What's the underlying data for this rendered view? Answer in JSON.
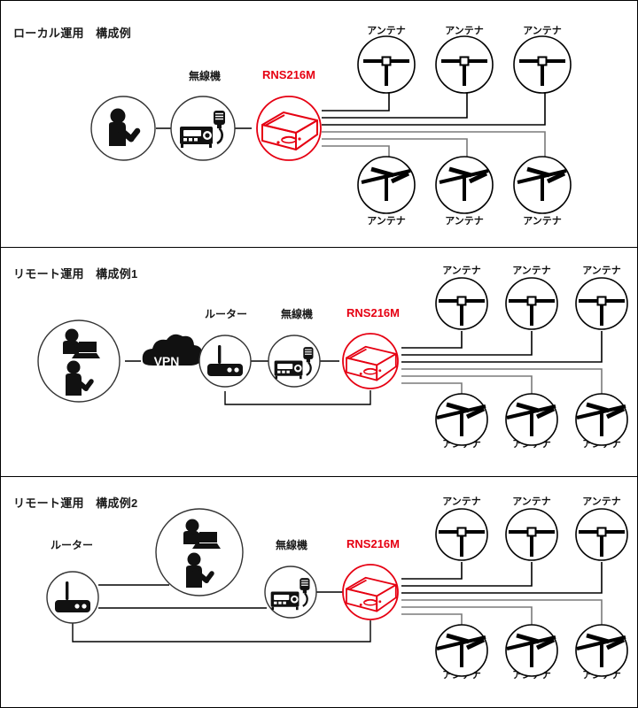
{
  "diagram": {
    "title_semantic": "RNS216M antenna switching system configuration examples",
    "colors": {
      "accent_red": "#e60012",
      "line_black": "#000000",
      "line_gray": "#7a7a7a",
      "icon_black": "#111111",
      "background": "#ffffff"
    },
    "labels": {
      "antenna": "アンテナ",
      "radio": "無線機",
      "router": "ルーター",
      "device": "RNS216M",
      "vpn": "VPN"
    }
  },
  "sections": [
    {
      "id": "local",
      "title": "ローカル運用　構成例",
      "nodes": [
        {
          "name": "operator",
          "icon": "person-with-handheld-icon",
          "label": ""
        },
        {
          "name": "radio",
          "icon": "transceiver-icon",
          "label": "無線機"
        },
        {
          "name": "rns216m",
          "icon": "rns216m-chassis-icon",
          "label": "RNS216M"
        }
      ],
      "antennas_top": [
        "アンテナ",
        "アンテナ",
        "アンテナ"
      ],
      "antennas_bottom": [
        "アンテナ",
        "アンテナ",
        "アンテナ"
      ]
    },
    {
      "id": "remote1",
      "title": "リモート運用　構成例1",
      "nodes": [
        {
          "name": "remote-operators",
          "icon": "two-people-laptop-tablet-icon",
          "label": ""
        },
        {
          "name": "vpn",
          "icon": "cloud-icon",
          "label": "VPN"
        },
        {
          "name": "router",
          "icon": "router-icon",
          "label": "ルーター"
        },
        {
          "name": "radio",
          "icon": "transceiver-icon",
          "label": "無線機"
        },
        {
          "name": "rns216m",
          "icon": "rns216m-chassis-icon",
          "label": "RNS216M"
        }
      ],
      "antennas_top": [
        "アンテナ",
        "アンテナ",
        "アンテナ"
      ],
      "antennas_bottom": [
        "アンテナ",
        "アンテナ",
        "アンテナ"
      ]
    },
    {
      "id": "remote2",
      "title": "リモート運用　構成例2",
      "nodes": [
        {
          "name": "router",
          "icon": "router-icon",
          "label": "ルーター"
        },
        {
          "name": "local-operators",
          "icon": "two-people-laptop-tablet-icon",
          "label": ""
        },
        {
          "name": "radio",
          "icon": "transceiver-icon",
          "label": "無線機"
        },
        {
          "name": "rns216m",
          "icon": "rns216m-chassis-icon",
          "label": "RNS216M"
        }
      ],
      "antennas_top": [
        "アンテナ",
        "アンテナ",
        "アンテナ"
      ],
      "antennas_bottom": [
        "アンテナ",
        "アンテナ",
        "アンテナ"
      ]
    }
  ]
}
